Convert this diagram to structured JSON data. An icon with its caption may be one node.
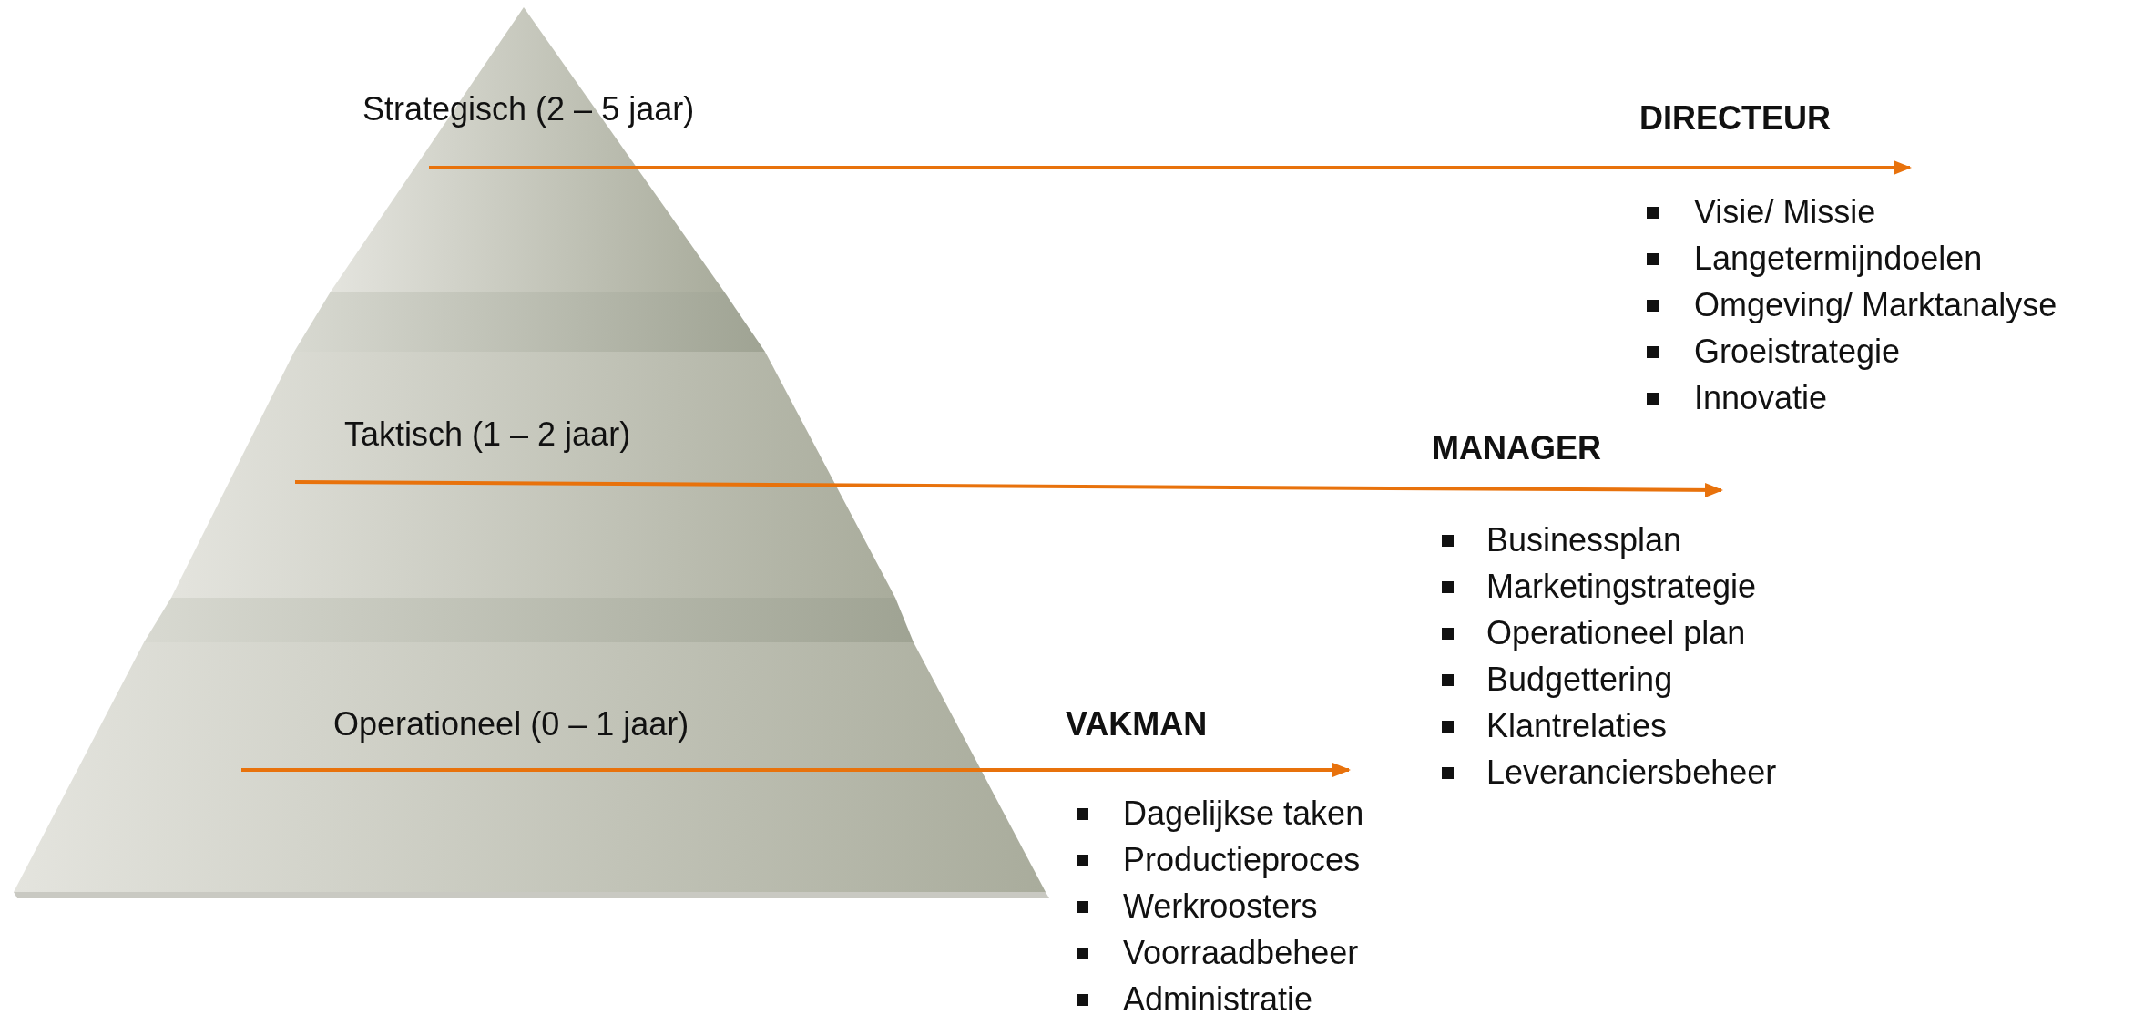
{
  "diagram": {
    "nodes": [
      {
        "text": [
          "Strategisch (2 – 5 jaar)"
        ]
      },
      {
        "text": [
          "Taktisch (1 – 2 jaar)"
        ]
      },
      {
        "text": [
          "Operationeel (0 – 1 jaar)"
        ]
      },
      {
        "text": [
          "DIRECTEUR",
          "Visie/ Missie",
          "Langetermijndoelen",
          "Omgeving/ Marktanalyse",
          "Groeistrategie",
          "Innovatie"
        ]
      },
      {
        "text": [
          "MANAGER",
          "Businessplan",
          "Marketingstrategie",
          "Operationeel plan",
          "Budgettering",
          "Klantrelaties",
          "Leveranciersbeheer"
        ]
      },
      {
        "text": [
          "VAKMAN",
          "Dagelijkse taken",
          "Productieproces",
          "Werkroosters",
          "Voorraadbeheer",
          "Administratie"
        ]
      }
    ],
    "edges": [
      {
        "from": 0,
        "to": 3,
        "arrow": "to",
        "color": "#e8720c"
      },
      {
        "from": 1,
        "to": 4,
        "arrow": "to",
        "color": "#e8720c"
      },
      {
        "from": 2,
        "to": 5,
        "arrow": "to",
        "color": "#e8720c"
      }
    ]
  }
}
